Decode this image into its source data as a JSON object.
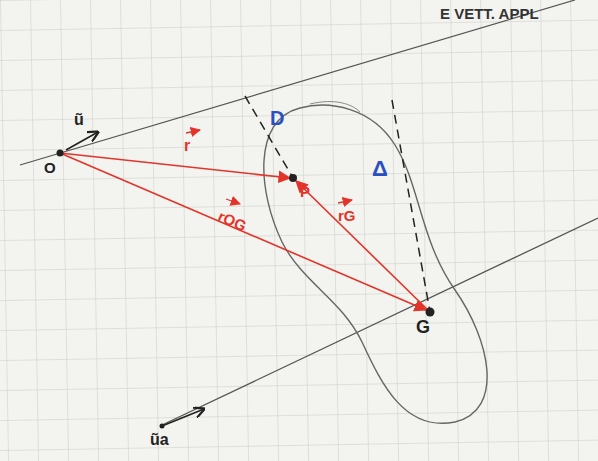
{
  "diagram": {
    "labels": [
      "E VETT. APPL",
      "O",
      "D",
      "Δ",
      "P",
      "G",
      "r",
      "rOG",
      "rG",
      "ũ",
      "ũa"
    ]
  }
}
